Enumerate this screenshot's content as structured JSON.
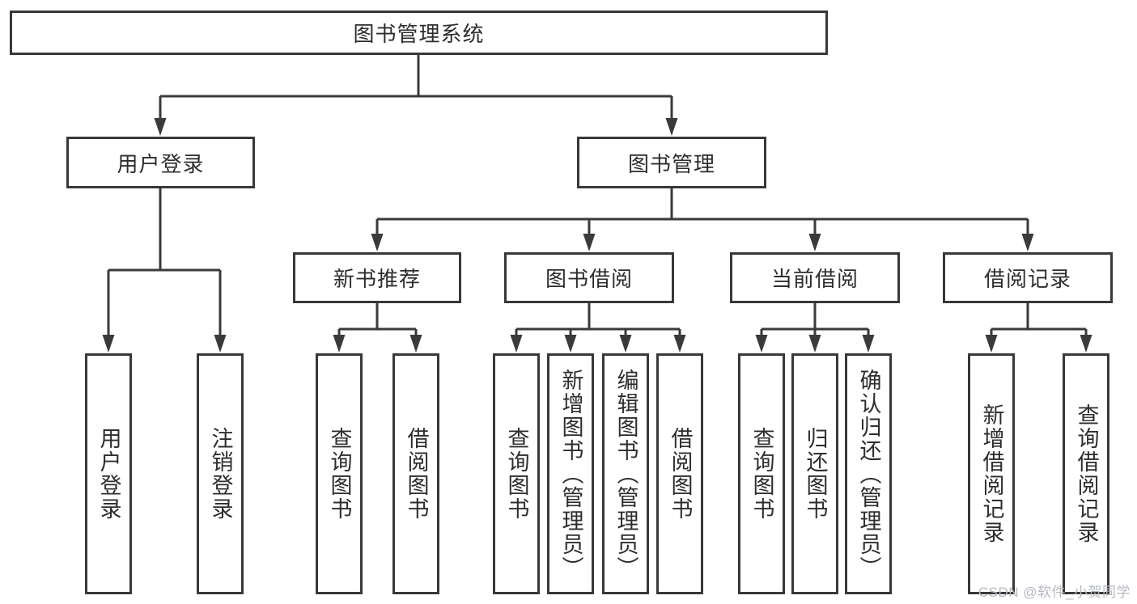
{
  "diagram": {
    "title": "图书管理系统",
    "level2": [
      {
        "label": "用户登录"
      },
      {
        "label": "图书管理"
      }
    ],
    "level3": [
      {
        "label": "新书推荐"
      },
      {
        "label": "图书借阅"
      },
      {
        "label": "当前借阅"
      },
      {
        "label": "借阅记录"
      }
    ],
    "leaves": {
      "user_login": [
        "用户登录",
        "注销登录"
      ],
      "new_books": [
        "查询图书",
        "借阅图书"
      ],
      "book_borrow": [
        "查询图书",
        "新增图书（管理员）",
        "编辑图书（管理员）",
        "借阅图书"
      ],
      "current_borrow": [
        "查询图书",
        "归还图书",
        "确认归还（管理员）"
      ],
      "borrow_records": [
        "新增借阅记录",
        "查询借阅记录"
      ]
    },
    "colors": {
      "line": "#3a3a3a",
      "box_border": "#383838",
      "text": "#2d2d2d",
      "background": "#ffffff",
      "watermark": "#b5b9c0"
    }
  },
  "watermark": {
    "text": "CSDN @软件_小贺同学"
  }
}
